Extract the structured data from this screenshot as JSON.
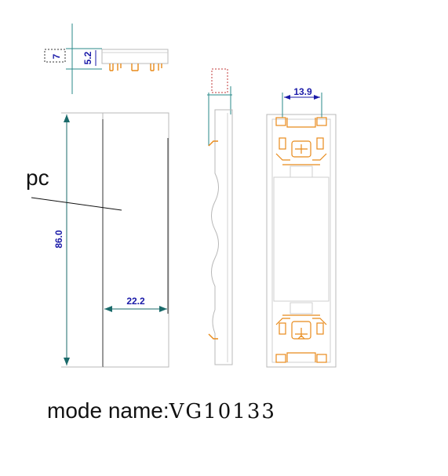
{
  "dimensions": {
    "top_thickness": "7",
    "top_pin": "5.2",
    "height": "86.0",
    "width": "22.2",
    "pin_spacing": "13.9"
  },
  "material_label": "pc",
  "caption": {
    "prefix": "mode name:",
    "model": "VG10133"
  },
  "colors": {
    "outline": "#b8b8b8",
    "dimension": "#1a1aa8",
    "pin": "#e88a1a",
    "dashed": "#c23a3a",
    "teal": "#2a8a8a"
  }
}
